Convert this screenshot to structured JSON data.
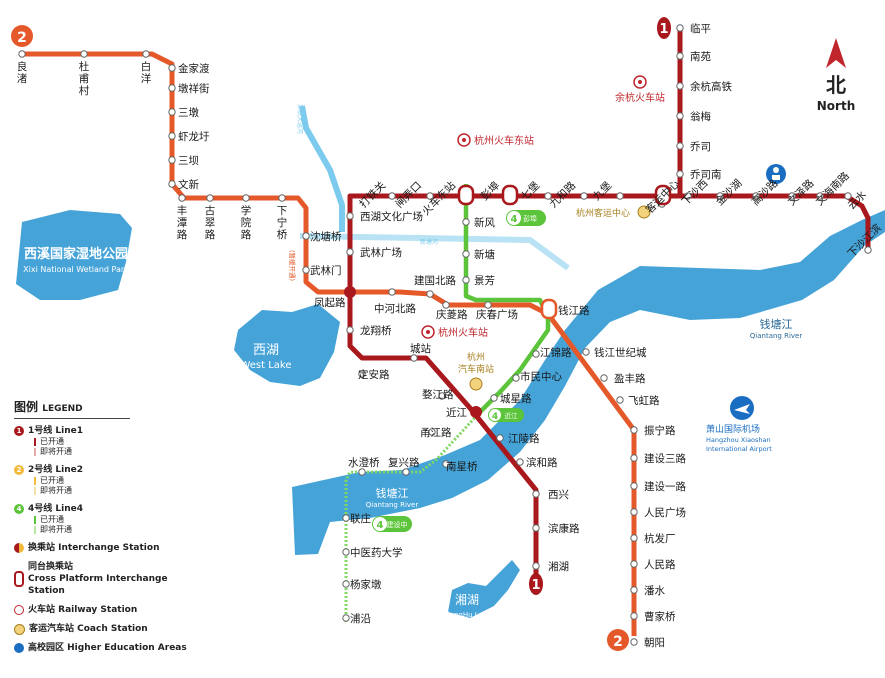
{
  "compass": {
    "north_cn": "北",
    "north_en": "North"
  },
  "lines": {
    "line1": {
      "badge": "1",
      "color": "#a8181c"
    },
    "line2": {
      "badge": "2",
      "color": "#e4582a"
    },
    "line4": {
      "badge": "4",
      "color": "#5cc43a"
    }
  },
  "water": {
    "xixi_cn": "西溪国家湿地公园",
    "xixi_en": "Xixi National Wetland Park",
    "westlake_cn": "西湖",
    "westlake_en": "West Lake",
    "qiantang_cn": "钱塘江",
    "qiantang_en": "Qiantang River",
    "qiantang2_cn": "钱塘江",
    "qiantang2_en": "Qiantang River",
    "xianghu_cn": "湘湖",
    "xianghu_en": "XiangHu Lake",
    "canal1": "京杭大运河",
    "canal2": "新塘河"
  },
  "badges4": {
    "pengbu": "彭埠",
    "jinjiang": "近江",
    "jianzhong": "建设中"
  },
  "places": {
    "yuhang_station": "余杭火车站",
    "east_station": "杭州火车东站",
    "city_station": "杭州火车站",
    "coach_center": "杭州客运中心",
    "south_coach": "杭州\n汽车南站",
    "airport_cn": "萧山国际机场",
    "airport_en": "Hangzhou Xiaoshan International Airport"
  },
  "stations": {
    "liangzhu": "良渚",
    "duqiaocun": "杜甫村",
    "baiyang": "白洋",
    "jinjiadu": "金家渡",
    "dunxiangjie": "墩祥街",
    "sandun": "三墩",
    "xialongqiao": "虾龙圩",
    "sanba": "三坝",
    "wenxin": "文新",
    "fengtanlu": "丰潭路",
    "gudanglu": "古翠路",
    "xueyuanlu": "学院路",
    "xianingqiao": "下宁桥",
    "xianingqiao_note": "(暂缓开通)",
    "shentangqiao": "沈塘桥",
    "wulinmen": "武林门",
    "fengqilu": "凤起路",
    "linping": "临平",
    "nanyuan": "南苑",
    "yuhanggaotie": "余杭高铁",
    "qiaomei": "翁梅",
    "qiaosi": "乔司",
    "qiaosinan": "乔司南",
    "xiashaxi": "下沙西",
    "jinshahu": "金沙湖",
    "gaoshalu": "高沙路",
    "wenzelu": "文泽路",
    "wenhainanlu": "文海南路",
    "yunshui": "云水",
    "xiashajiangbin": "下沙江滨",
    "kezyunzhongxin": "客运中心",
    "jiubao": "九堡",
    "jiuhelu": "九和路",
    "qibao": "七堡",
    "pengbu": "彭埠",
    "huochedongzhan": "火车东站",
    "zhakou": "闸弄口",
    "datiezhu": "打铁关",
    "xihuwenhuaguangchang": "西湖文化广场",
    "wulinguangchang": "武林广场",
    "longxiangqiao": "龙翔桥",
    "chengzhan": "城站",
    "dinganlu": "定安路",
    "wujianglu": "婺江路",
    "jinjiang": "近江",
    "yongjianglu": "甬江路",
    "nanxingqiao": "南星桥",
    "fuxing": "复兴路",
    "shuichengqiao": "水澄桥",
    "zhongheBeilu": "中河北路",
    "jianguobeilu": "建国北路",
    "qinglinglu": "庆菱路",
    "qingchunguangchang": "庆春广场",
    "qianjianglu": "钱江路",
    "xinfeng": "新风",
    "xintang": "新塘",
    "jingfang": "景芳",
    "jiangjinlu": "江锦路",
    "shiminzhongxin": "市民中心",
    "chengxinglu": "城星路",
    "jianglinglu": "江陵路",
    "binhelu": "滨和路",
    "xixing": "西兴",
    "binkanglu": "滨康路",
    "xianghu": "湘湖",
    "qianjiangshijicheng": "钱江世纪城",
    "yingfenglu": "盈丰路",
    "feihonglu": "飞虹路",
    "zhenninglu": "振宁路",
    "jianshesanlu": "建设三路",
    "jiansheyilu": "建设一路",
    "renminguangchang": "人民广场",
    "hangfachang": "杭发厂",
    "renminlu": "人民路",
    "panshui": "潘水",
    "caojiaqiao": "曹家桥",
    "chaoyang": "朝阳",
    "lianzhuang": "联庄",
    "zhongyaodaxue": "中医药大学",
    "yangjiadun": "杨家墩",
    "puyan": "浦沿"
  },
  "legend": {
    "title": "图例",
    "title_en": "LEGEND",
    "line1": "1号线 Line1",
    "line2": "2号线 Line2",
    "line4": "4号线 Line4",
    "opened": "已开通",
    "soon": "即将开通",
    "interchange": "换乘站 Interchange Station",
    "cross_platform_1": "同台换乘站",
    "cross_platform_2": "Cross Platform Interchange Station",
    "railway": "火车站 Railway Station",
    "coach": "客运汽车站 Coach Station",
    "education": "高校园区 Higher Education Areas"
  }
}
